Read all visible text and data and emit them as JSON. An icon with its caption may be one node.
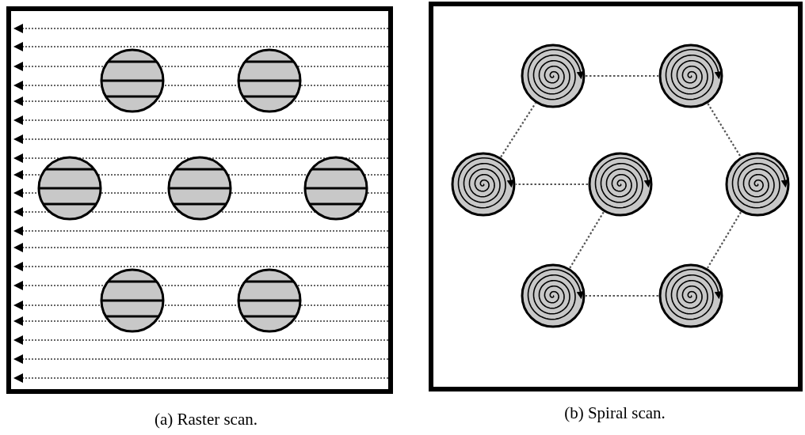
{
  "diagram": {
    "nodes": [
      {
        "text": [
          "(a) Raster scan."
        ]
      },
      {
        "text": [],
        "shape": "circle",
        "in": 0
      },
      {
        "text": [],
        "shape": "circle",
        "in": 0
      },
      {
        "text": [],
        "shape": "circle",
        "in": 0
      },
      {
        "text": [],
        "shape": "circle",
        "in": 0
      },
      {
        "text": [],
        "shape": "circle",
        "in": 0
      },
      {
        "text": [],
        "shape": "circle",
        "in": 0
      },
      {
        "text": [],
        "shape": "circle",
        "in": 0
      },
      {
        "text": [
          "(b) Spiral scan."
        ]
      },
      {
        "text": [],
        "shape": "circle",
        "in": 8
      },
      {
        "text": [],
        "shape": "circle",
        "in": 8
      },
      {
        "text": [],
        "shape": "circle",
        "in": 8
      },
      {
        "text": [],
        "shape": "circle",
        "in": 8
      },
      {
        "text": [],
        "shape": "circle",
        "in": 8
      },
      {
        "text": [],
        "shape": "circle",
        "in": 8
      },
      {
        "text": [],
        "shape": "circle",
        "in": 8
      }
    ],
    "edges": [
      {
        "from": 9,
        "to": 10,
        "arrow": "none"
      },
      {
        "from": 10,
        "to": 13,
        "arrow": "none"
      },
      {
        "from": 13,
        "to": 15,
        "arrow": "none"
      },
      {
        "from": 15,
        "to": 14,
        "arrow": "none"
      },
      {
        "from": 14,
        "to": 12,
        "arrow": "none"
      },
      {
        "from": 12,
        "to": 11,
        "arrow": "none"
      },
      {
        "from": 11,
        "to": 9,
        "arrow": "none"
      }
    ]
  }
}
